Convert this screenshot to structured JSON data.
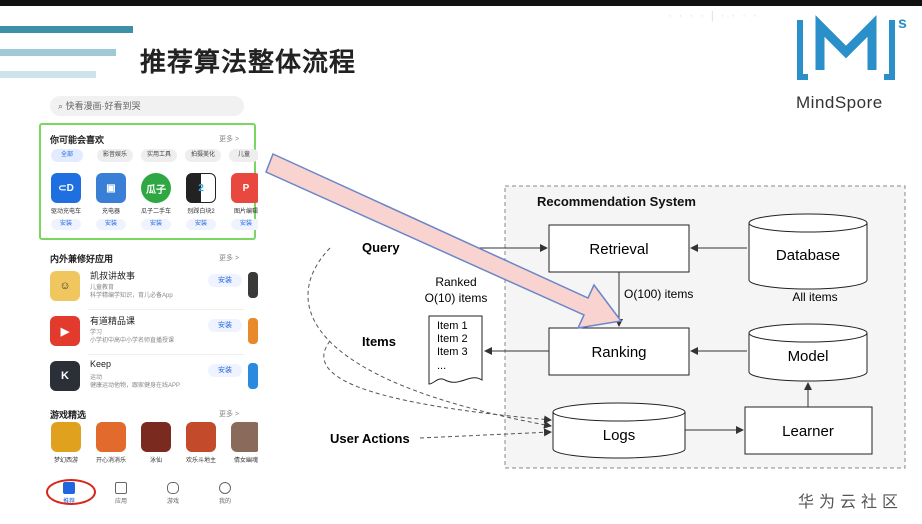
{
  "slide": {
    "title": "推荐算法整体流程",
    "brand": "MindSpore",
    "footer": "华为云社区"
  },
  "phone": {
    "search_placeholder": "快看漫画·好看到哭",
    "recommend": {
      "title": "你可能会喜欢",
      "more": "更多 >",
      "chips": [
        "全部",
        "影音娱乐",
        "实用工具",
        "拍摄美化",
        "儿童"
      ],
      "apps": [
        {
          "name": "驱动充电车",
          "glyph": "⊂D",
          "color": "#1f6fe0",
          "install": "安装"
        },
        {
          "name": "充电器",
          "glyph": "▣",
          "color": "#3a7fd6",
          "install": "安装"
        },
        {
          "name": "瓜子二手车",
          "glyph": "瓜子",
          "color": "#2fa742",
          "install": "安装"
        },
        {
          "name": "别踩白块2",
          "glyph": "2",
          "color": "#222222",
          "install": "安装"
        },
        {
          "name": "图片编辑",
          "glyph": "P",
          "color": "#e8483d",
          "install": "安装"
        }
      ]
    },
    "featured": {
      "title": "内外兼修好应用",
      "more": "更多 >",
      "items": [
        {
          "name": "凯叔讲故事",
          "sub": "儿童教育",
          "desc": "科学精编学知识，育儿必备App",
          "color": "#f0c75e",
          "glyph": "☺",
          "install": "安装"
        },
        {
          "name": "有道精品课",
          "sub": "学习",
          "desc": "小学初中高中小学名师直播授课",
          "color": "#e23b2e",
          "glyph": "▶",
          "install": "安装"
        },
        {
          "name": "Keep",
          "sub": "运动",
          "desc": "健康运动他物，跟家健身在线APP",
          "color": "#2b2f38",
          "glyph": "K",
          "install": "安装"
        }
      ]
    },
    "games": {
      "title": "游戏精选",
      "more": "更多 >",
      "items": [
        {
          "name": "梦幻西游",
          "color": "#e0a21e"
        },
        {
          "name": "开心消消乐",
          "color": "#e26a2c"
        },
        {
          "name": "泳仙",
          "color": "#7a2a1e"
        },
        {
          "name": "欢乐斗地主",
          "color": "#c34a2a"
        },
        {
          "name": "倩女幽魂",
          "color": "#8a6a5a"
        }
      ]
    },
    "tabs": [
      "推荐",
      "应用",
      "游戏",
      "我的"
    ]
  },
  "diagram": {
    "system_title": "Recommendation System",
    "query": "Query",
    "items": "Items",
    "user_actions": "User Actions",
    "retrieval": "Retrieval",
    "ranking": "Ranking",
    "logs": "Logs",
    "learner": "Learner",
    "database": "Database",
    "model": "Model",
    "all_items": "All items",
    "o100": "O(100) items",
    "ranked_line1": "Ranked",
    "ranked_line2": "O(10) items",
    "list": [
      "Item 1",
      "Item 2",
      "Item 3",
      "..."
    ]
  },
  "colors": {
    "green_box": "#79d65f",
    "highlight_circle": "#d9261c",
    "arrow_fill": "#f8d3cf",
    "arrow_stroke": "#6a86c9"
  }
}
